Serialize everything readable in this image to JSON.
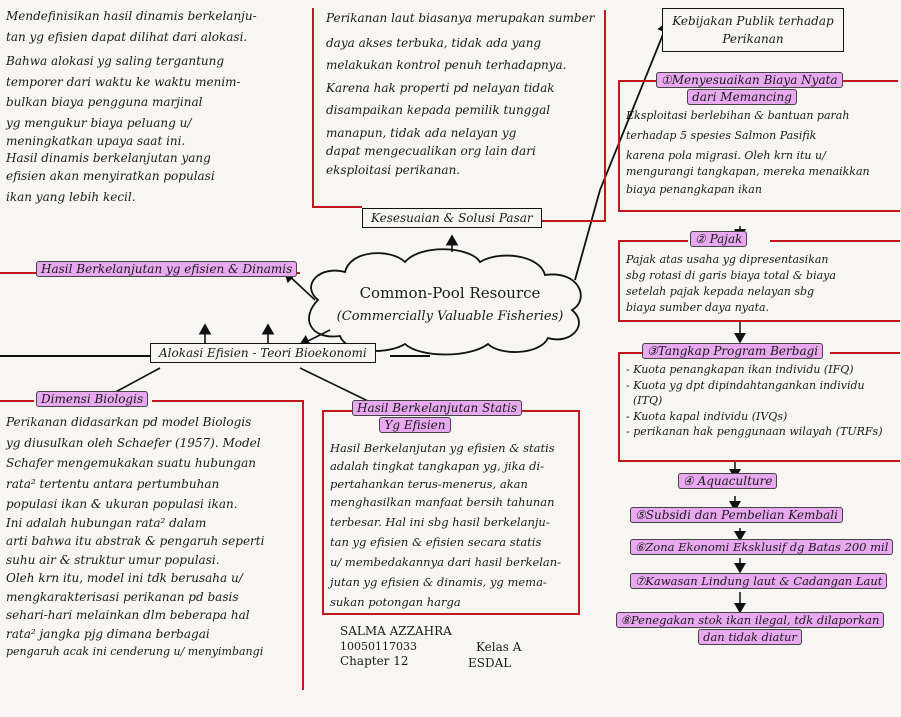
{
  "center": {
    "title": "Common-Pool Resource",
    "subtitle": "(Commercially Valuable Fisheries)"
  },
  "top_left": {
    "lines": [
      "Mendefinisikan hasil dinamis berkelanju-",
      "tan yg efisien dapat dilihat dari alokasi.",
      "Bahwa alokasi yg saling tergantung",
      "temporer dari waktu ke waktu menim-",
      "bulkan biaya pengguna marjinal",
      "yg mengukur biaya peluang u/",
      "meningkatkan upaya saat ini.",
      "Hasil dinamis berkelanjutan yang",
      "efisien akan menyiratkan populasi",
      "ikan yang lebih kecil."
    ],
    "label": "Hasil Berkelanjutan yg efisien & Dinamis"
  },
  "top_middle": {
    "lines": [
      "Perikanan laut biasanya merupakan sumber",
      "daya akses terbuka, tidak ada yang",
      "melakukan kontrol penuh terhadapnya.",
      "Karena hak properti pd nelayan tidak",
      "disampaikan kepada pemilik tunggal",
      "manapun, tidak ada nelayan yg",
      "dapat mengecualikan org lain dari",
      "eksploitasi perikanan."
    ],
    "label": "Kesesuaian & Solusi Pasar"
  },
  "left_bottom": {
    "node": "Alokasi Efisien - Teori Bioekonomi",
    "label": "Dimensi Biologis",
    "lines": [
      "Perikanan didasarkan pd model Biologis",
      "yg diusulkan oleh Schaefer (1957). Model",
      "Schafer mengemukakan suatu hubungan",
      "rata² tertentu antara pertumbuhan",
      "populasi ikan & ukuran populasi ikan.",
      "Ini adalah hubungan rata² dalam",
      "arti bahwa itu abstrak & pengaruh seperti",
      "suhu air & struktur umur populasi.",
      "Oleh krn itu, model ini tdk berusaha u/",
      "mengkarakterisasi perikanan pd basis",
      "sehari-hari melainkan dlm beberapa hal",
      "rata² jangka pjg dimana berbagai",
      "pengaruh acak ini cenderung u/ menyimbangi"
    ]
  },
  "middle_bottom": {
    "label_1": "Hasil Berkelanjutan Statis",
    "label_2": "Yg Efisien",
    "lines": [
      "Hasil Berkelanjutan yg efisien & statis",
      "adalah tingkat tangkapan yg, jika di-",
      "pertahankan terus-menerus, akan",
      "menghasilkan manfaat bersih tahunan",
      "terbesar. Hal ini sbg hasil berkelanju-",
      "tan yg efisien & efisien secara statis",
      "u/ membedakannya dari hasil berkelan-",
      "jutan yg efisien & dinamis, yg mema-",
      "sukan potongan harga"
    ],
    "author_name": "SALMA AZZAHRA",
    "author_class": "Kelas A",
    "author_nim": "10050117033",
    "author_course": "ESDAL",
    "author_chapter": "Chapter 12"
  },
  "right": {
    "title_1": "Kebijakan Publik terhadap",
    "title_2": "Perikanan",
    "item1_label_1": "①Menyesuaikan Biaya Nyata",
    "item1_label_2": "dari Memancing",
    "item1_lines": [
      "Eksploitasi berlebihan & bantuan parah",
      "terhadap 5 spesies Salmon Pasifik",
      "karena pola migrasi. Oleh krn itu u/",
      "mengurangi tangkapan, mereka menaikkan",
      "biaya penangkapan ikan"
    ],
    "item2_label": "② Pajak",
    "item2_lines": [
      "Pajak atas usaha yg dipresentasikan",
      "sbg rotasi di garis biaya total & biaya",
      "setelah pajak kepada nelayan sbg",
      "biaya sumber daya nyata."
    ],
    "item3_label": "③Tangkap Program Berbagi",
    "item3_lines": [
      "- Kuota penangkapan ikan individu (IFQ)",
      "- Kuota yg dpt dipindahtangankan individu",
      "  (ITQ)",
      "- Kuota kapal individu (IVQs)",
      "- perikanan hak penggunaan wilayah (TURFs)"
    ],
    "item4": "④ Aquaculture",
    "item5": "⑤Subsidi dan Pembelian Kembali",
    "item6": "⑥Zona Ekonomi Eksklusif dg Batas 200 mil",
    "item7": "⑦Kawasan Lindung laut & Cadangan Laut",
    "item8_1": "⑧Penegakan stok ikan ilegal, tdk dilaporkan",
    "item8_2": "dan tidak diatur"
  }
}
